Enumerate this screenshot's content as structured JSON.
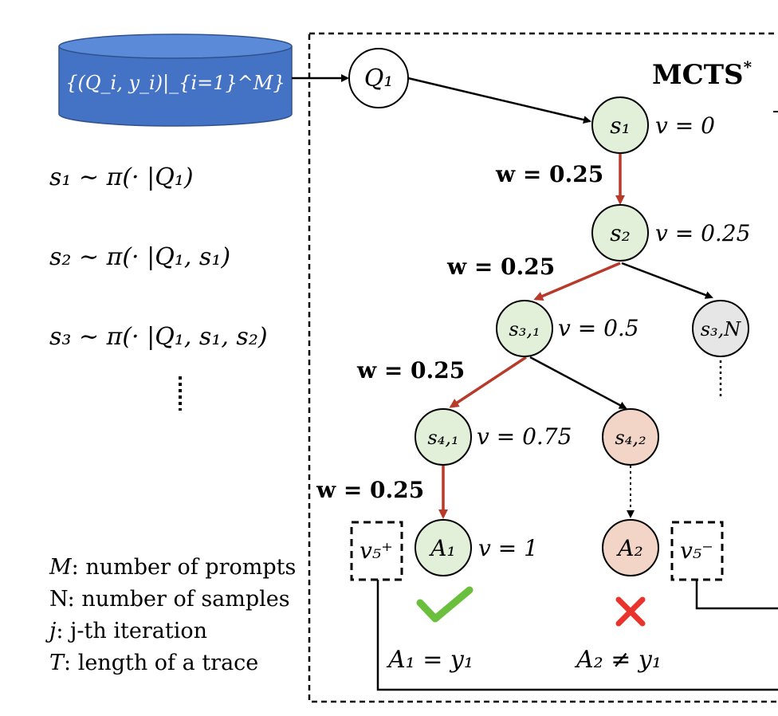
{
  "database": {
    "label": "{(Q_i, y_i)|_{i=1}^M}"
  },
  "sampling": [
    "s₁ ∼ π(· |Q₁)",
    "s₂ ∼ π(· |Q₁, s₁)",
    "s₃ ∼ π(· |Q₁, s₁, s₂)"
  ],
  "legend": [
    {
      "sym": "M",
      "text": ": number of prompts"
    },
    {
      "sym": "N",
      "text": ": number of samples"
    },
    {
      "sym": "j",
      "text": ": j-th iteration"
    },
    {
      "sym": "T",
      "text": ": length of a trace"
    }
  ],
  "mcts": {
    "title": "MCTS",
    "title_sup": "*"
  },
  "nodes": {
    "q1": "Q₁",
    "s1": "s₁",
    "s2": "s₂",
    "s31": "s₃,₁",
    "s3n": "s₃,N",
    "s41": "s₄,₁",
    "s42": "s₄,₂",
    "a1": "A₁",
    "a2": "A₂"
  },
  "values": {
    "s1": "v = 0",
    "s2": "v = 0.25",
    "s31": "v = 0.5",
    "s41": "v = 0.75",
    "a1": "v = 1"
  },
  "weights": {
    "w1": "w = 0.25",
    "w2": "w = 0.25",
    "w3": "w = 0.25",
    "w4": "w = 0.25"
  },
  "vboxes": {
    "plus": "v₅⁺",
    "minus": "v₅⁻"
  },
  "outcomes": {
    "a1": "A₁ = y₁",
    "a2": "A₂ ≠ y₁"
  },
  "colors": {
    "green_node": "#e2efd9",
    "gray_node": "#e6e6e6",
    "pink_node": "#f2d5c6",
    "red_edge": "#b83a2b",
    "db_blue": "#4472c4",
    "check_green": "#6abf3c",
    "cross_red": "#e8342c"
  }
}
